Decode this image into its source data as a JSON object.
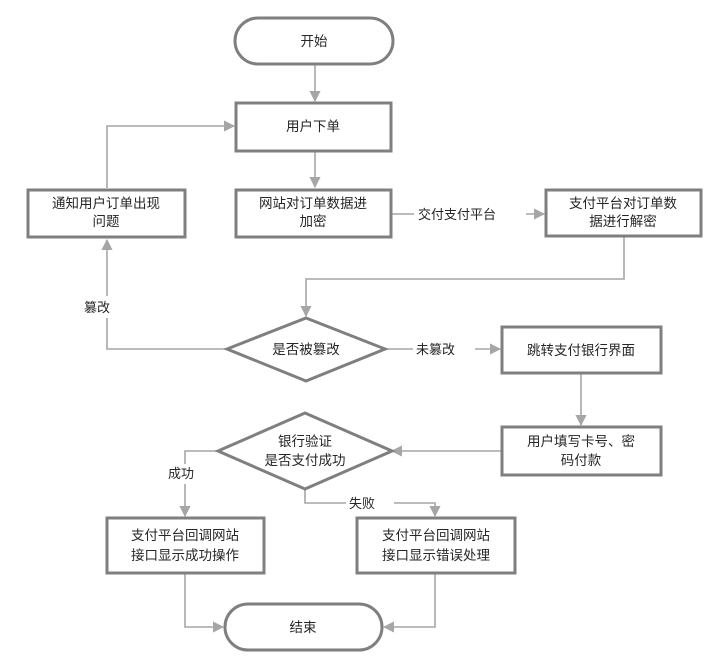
{
  "nodes": {
    "start": "开始",
    "place_order": "用户下单",
    "encrypt_line1": "网站对订单数据进",
    "encrypt_line2": "加密",
    "decrypt_line1": "支付平台对订单数",
    "decrypt_line2": "据进行解密",
    "notify_line1": "通知用户订单出现",
    "notify_line2": "问题",
    "tampered_check": "是否被篡改",
    "bank_page": "跳转支付银行界面",
    "fill_card_line1": "用户填写卡号、密",
    "fill_card_line2": "码付款",
    "bank_verify_line1": "银行验证",
    "bank_verify_line2": "是否支付成功",
    "success_op_line1": "支付平台回调网站",
    "success_op_line2": "接口显示成功操作",
    "error_op_line1": "支付平台回调网站",
    "error_op_line2": "接口显示错误处理",
    "end": "结束"
  },
  "edges": {
    "to_platform": "交付支付平台",
    "tampered": "篡改",
    "not_tampered": "未篡改",
    "success": "成功",
    "failure": "失败"
  }
}
